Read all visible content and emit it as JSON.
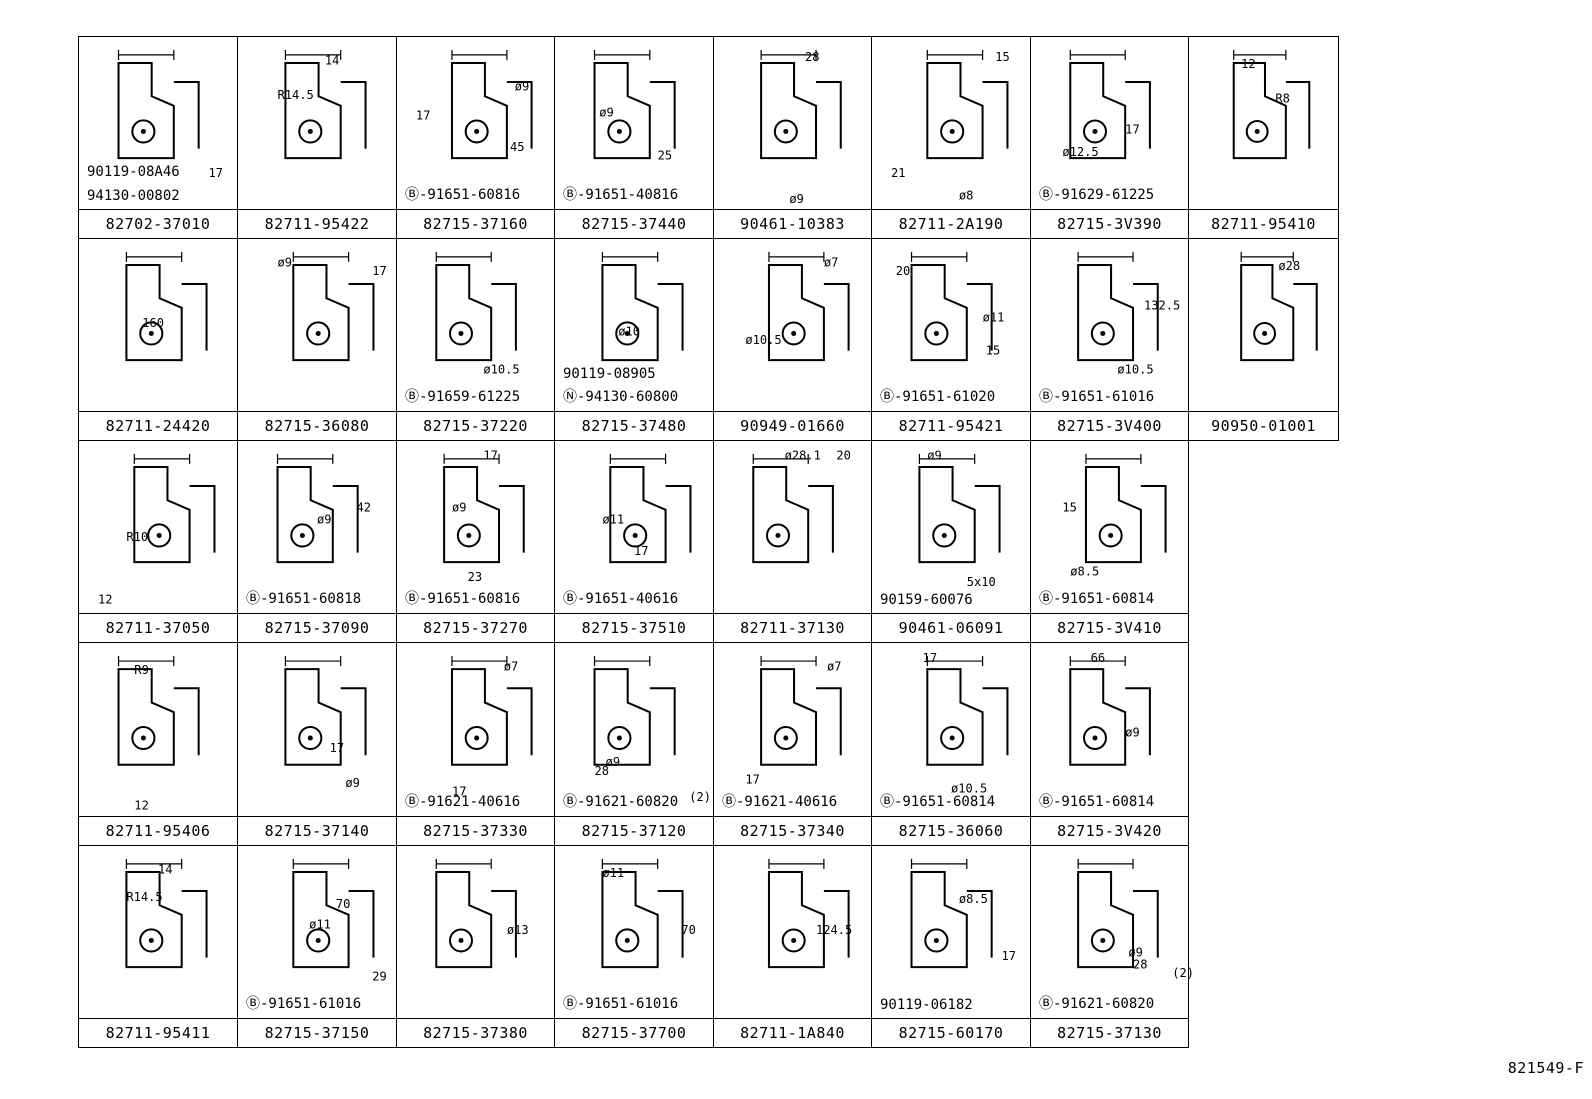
{
  "diagram": {
    "document_id": "821549-F",
    "rows": [
      {
        "cells": [
          {
            "part": "82702-37010",
            "labels": [
              "17"
            ],
            "subparts": [
              "90119-08A46",
              "94130-00802"
            ]
          },
          {
            "part": "82711-95422",
            "labels": [
              "14",
              "R14.5"
            ],
            "subparts": []
          },
          {
            "part": "82715-37160",
            "labels": [
              "ø9",
              "17",
              "45"
            ],
            "subparts": [
              "Ⓑ-91651-60816"
            ]
          },
          {
            "part": "82715-37440",
            "labels": [
              "ø9",
              "25"
            ],
            "subparts": [
              "Ⓑ-91651-40816"
            ]
          },
          {
            "part": "90461-10383",
            "labels": [
              "28",
              "ø9"
            ],
            "subparts": []
          },
          {
            "part": "82711-2A190",
            "labels": [
              "15",
              "21",
              "ø8"
            ],
            "subparts": []
          },
          {
            "part": "82715-3V390",
            "labels": [
              "17",
              "ø12.5"
            ],
            "subparts": [
              "Ⓑ-91629-61225"
            ]
          },
          {
            "part": "82711-95410",
            "labels": [
              "12",
              "R8"
            ],
            "subparts": []
          }
        ]
      },
      {
        "cells": [
          {
            "part": "82711-24420",
            "labels": [
              "160"
            ],
            "subparts": []
          },
          {
            "part": "82715-36080",
            "labels": [
              "ø9",
              "17"
            ],
            "subparts": []
          },
          {
            "part": "82715-37220",
            "labels": [
              "ø10.5"
            ],
            "subparts": [
              "Ⓑ-91659-61225"
            ]
          },
          {
            "part": "82715-37480",
            "labels": [
              "ø10"
            ],
            "subparts": [
              "90119-08905",
              "Ⓝ-94130-60800"
            ]
          },
          {
            "part": "90949-01660",
            "labels": [
              "ø7",
              "ø10.5"
            ],
            "subparts": []
          },
          {
            "part": "82711-95421",
            "labels": [
              "20",
              "ø11",
              "15"
            ],
            "subparts": [
              "Ⓑ-91651-61020"
            ]
          },
          {
            "part": "82715-3V400",
            "labels": [
              "132.5",
              "ø10.5"
            ],
            "subparts": [
              "Ⓑ-91651-61016"
            ]
          },
          {
            "part": "90950-01001",
            "labels": [
              "ø28"
            ],
            "subparts": []
          }
        ]
      },
      {
        "cells": [
          {
            "part": "82711-37050",
            "labels": [
              "R10",
              "12"
            ],
            "subparts": []
          },
          {
            "part": "82715-37090",
            "labels": [
              "42",
              "ø9"
            ],
            "subparts": [
              "Ⓑ-91651-60818"
            ]
          },
          {
            "part": "82715-37270",
            "labels": [
              "17",
              "ø9",
              "23"
            ],
            "subparts": [
              "Ⓑ-91651-60816"
            ]
          },
          {
            "part": "82715-37510",
            "labels": [
              "ø11",
              "17"
            ],
            "subparts": [
              "Ⓑ-91651-40616"
            ]
          },
          {
            "part": "82711-37130",
            "labels": [
              "ø28.1",
              "20"
            ],
            "subparts": []
          },
          {
            "part": "90461-06091",
            "labels": [
              "ø9",
              "5x10"
            ],
            "subparts": [
              "90159-60076"
            ]
          },
          {
            "part": "82715-3V410",
            "labels": [
              "15",
              "ø8.5"
            ],
            "subparts": [
              "Ⓑ-91651-60814"
            ]
          }
        ]
      },
      {
        "cells": [
          {
            "part": "82711-95406",
            "labels": [
              "R9",
              "12"
            ],
            "subparts": []
          },
          {
            "part": "82715-37140",
            "labels": [
              "17",
              "ø9"
            ],
            "subparts": []
          },
          {
            "part": "82715-37330",
            "labels": [
              "ø7",
              "17"
            ],
            "subparts": [
              "Ⓑ-91621-40616"
            ]
          },
          {
            "part": "82715-37120",
            "labels": [
              "ø9",
              "28",
              "(2)"
            ],
            "subparts": [
              "Ⓑ-91621-60820"
            ]
          },
          {
            "part": "82715-37340",
            "labels": [
              "ø7",
              "17"
            ],
            "subparts": [
              "Ⓑ-91621-40616"
            ]
          },
          {
            "part": "82715-36060",
            "labels": [
              "17",
              "ø10.5"
            ],
            "subparts": [
              "Ⓑ-91651-60814"
            ]
          },
          {
            "part": "82715-3V420",
            "labels": [
              "66",
              "ø9"
            ],
            "subparts": [
              "Ⓑ-91651-60814"
            ]
          }
        ]
      },
      {
        "cells": [
          {
            "part": "82711-95411",
            "labels": [
              "14",
              "R14.5"
            ],
            "subparts": []
          },
          {
            "part": "82715-37150",
            "labels": [
              "70",
              "ø11",
              "29"
            ],
            "subparts": [
              "Ⓑ-91651-61016"
            ]
          },
          {
            "part": "82715-37380",
            "labels": [
              "ø13"
            ],
            "subparts": []
          },
          {
            "part": "82715-37700",
            "labels": [
              "ø11",
              "70"
            ],
            "subparts": [
              "Ⓑ-91651-61016"
            ]
          },
          {
            "part": "82711-1A840",
            "labels": [
              "124.5"
            ],
            "subparts": []
          },
          {
            "part": "82715-60170",
            "labels": [
              "ø8.5",
              "17"
            ],
            "subparts": [
              "90119-06182"
            ]
          },
          {
            "part": "82715-37130",
            "labels": [
              "ø9",
              "28",
              "(2)"
            ],
            "subparts": [
              "Ⓑ-91621-60820"
            ]
          }
        ]
      }
    ]
  }
}
